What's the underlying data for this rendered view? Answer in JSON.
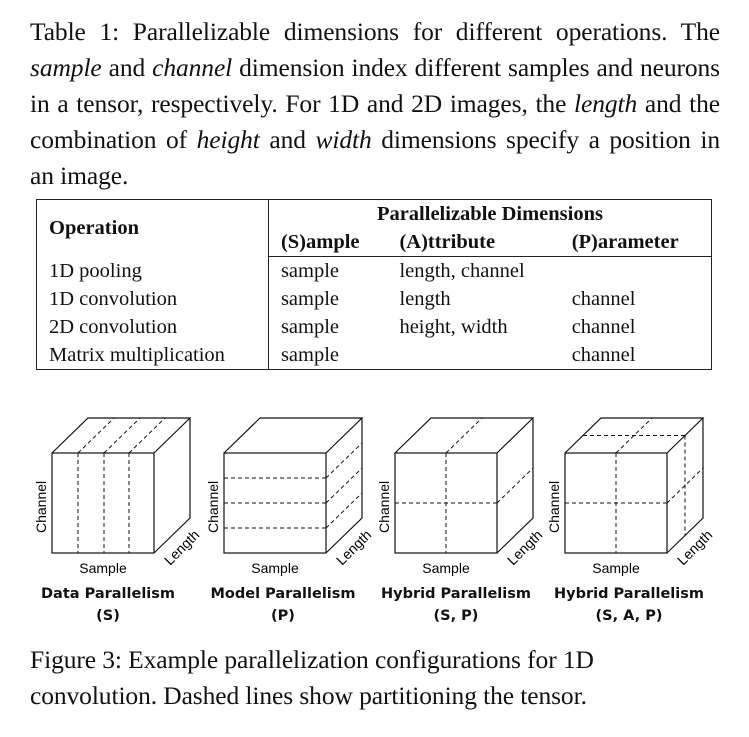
{
  "table_caption": {
    "prefix": "Table 1: Parallelizable dimensions for different operations. The ",
    "sample_term": "sample",
    "and": " and ",
    "channel_term": "channel",
    "middle": " dimension index different samples and neurons in a tensor, respectively. For 1D and 2D images, the ",
    "length_term": "length",
    "middle2": " and the combination of ",
    "height_term": "height",
    "and2": " and ",
    "width_term": "width",
    "suffix": " dimensions specify a position in an image."
  },
  "table": {
    "op_header": "Operation",
    "group_header": "Parallelizable Dimensions",
    "columns": [
      "(S)ample",
      "(A)ttribute",
      "(P)arameter"
    ],
    "rows": [
      {
        "op": "1D pooling",
        "s": "sample",
        "a": "length, channel",
        "p": ""
      },
      {
        "op": "1D convolution",
        "s": "sample",
        "a": "length",
        "p": "channel"
      },
      {
        "op": "2D convolution",
        "s": "sample",
        "a": "height, width",
        "p": "channel"
      },
      {
        "op": "Matrix multiplication",
        "s": "sample",
        "a": "",
        "p": "channel"
      }
    ]
  },
  "figure": {
    "axis_labels": {
      "channel": "Channel",
      "sample": "Sample",
      "length": "Length"
    },
    "panels": [
      {
        "title": "Data Parallelism",
        "subtitle": "(S)"
      },
      {
        "title": "Model Parallelism",
        "subtitle": "(P)"
      },
      {
        "title": "Hybrid Parallelism",
        "subtitle": "(S, P)"
      },
      {
        "title": "Hybrid Parallelism",
        "subtitle": "(S, A, P)"
      }
    ],
    "caption": "Figure 3: Example parallelization configurations for 1D convolution. Dashed lines show partitioning the tensor."
  }
}
